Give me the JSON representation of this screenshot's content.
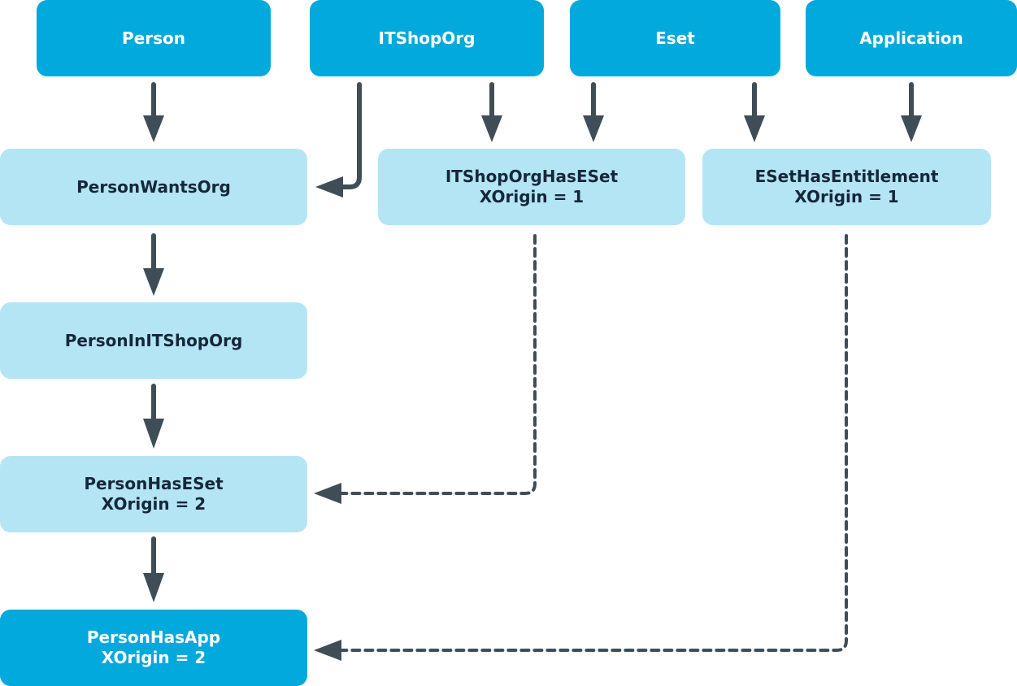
{
  "colors": {
    "dark_box": "#02a9dc",
    "light_box": "#b3e5f5",
    "arrow": "#3f4d57",
    "dark_text": "#ffffff",
    "light_text": "#16273a"
  },
  "nodes": {
    "person": {
      "label": "Person"
    },
    "itshoporg": {
      "label": "ITShopOrg"
    },
    "eset": {
      "label": "Eset"
    },
    "application": {
      "label": "Application"
    },
    "person_wants_org": {
      "label": "PersonWantsOrg"
    },
    "itshoporg_has_eset": {
      "label": "ITShopOrgHasESet",
      "sub": "XOrigin = 1"
    },
    "eset_has_entitlement": {
      "label": "ESetHasEntitlement",
      "sub": "XOrigin = 1"
    },
    "person_in_itshoporg": {
      "label": "PersonInITShopOrg"
    },
    "person_has_eset": {
      "label": "PersonHasESet",
      "sub": "XOrigin = 2"
    },
    "person_has_app": {
      "label": "PersonHasApp",
      "sub": "XOrigin = 2"
    }
  }
}
